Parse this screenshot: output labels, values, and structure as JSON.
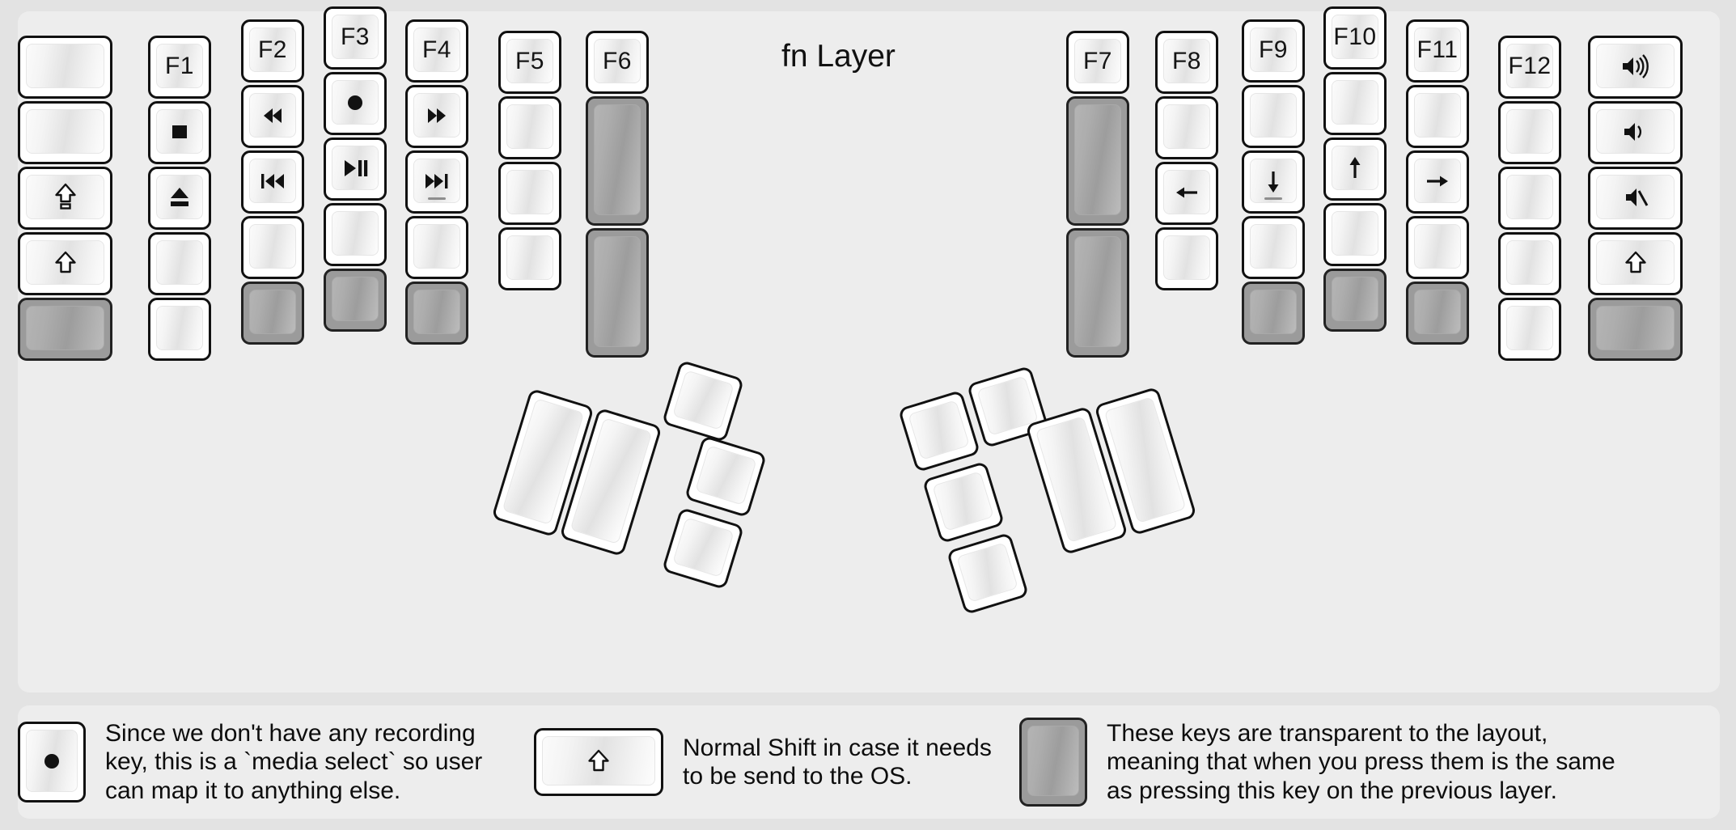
{
  "title": "fn Layer",
  "colors": {
    "page_bg": "#e3e3e3",
    "panel_bg": "#ededed",
    "key_fill": "#ffffff",
    "key_border": "#111111",
    "transparent_key": "#9b9b9b",
    "legend_text": "#151515"
  },
  "left_half": {
    "columns": [
      {
        "name": "col-outer",
        "keys": [
          {
            "label": "",
            "icon": "blank",
            "state": "normal"
          },
          {
            "label": "",
            "icon": "blank",
            "state": "normal"
          },
          {
            "label": "",
            "icon": "caps-lock",
            "state": "normal"
          },
          {
            "label": "",
            "icon": "shift-up",
            "state": "normal"
          },
          {
            "label": "",
            "icon": "blank",
            "state": "transparent"
          }
        ]
      },
      {
        "name": "col-pinky",
        "keys": [
          {
            "label": "F1",
            "icon": "text",
            "state": "normal"
          },
          {
            "label": "",
            "icon": "media-stop",
            "state": "normal"
          },
          {
            "label": "",
            "icon": "media-eject",
            "state": "normal"
          },
          {
            "label": "",
            "icon": "blank",
            "state": "normal"
          },
          {
            "label": "",
            "icon": "blank",
            "state": "normal"
          }
        ]
      },
      {
        "name": "col-ring",
        "keys": [
          {
            "label": "F2",
            "icon": "text",
            "state": "normal"
          },
          {
            "label": "",
            "icon": "media-rewind",
            "state": "normal"
          },
          {
            "label": "",
            "icon": "media-prev",
            "state": "normal"
          },
          {
            "label": "",
            "icon": "blank",
            "state": "normal"
          },
          {
            "label": "",
            "icon": "blank",
            "state": "transparent"
          }
        ]
      },
      {
        "name": "col-middle",
        "keys": [
          {
            "label": "F3",
            "icon": "text",
            "state": "normal"
          },
          {
            "label": "",
            "icon": "media-record",
            "state": "normal"
          },
          {
            "label": "",
            "icon": "media-playpause",
            "state": "normal"
          },
          {
            "label": "",
            "icon": "blank",
            "state": "normal"
          },
          {
            "label": "",
            "icon": "blank",
            "state": "transparent"
          }
        ]
      },
      {
        "name": "col-index",
        "keys": [
          {
            "label": "F4",
            "icon": "text",
            "state": "normal"
          },
          {
            "label": "",
            "icon": "media-fastforward",
            "state": "normal"
          },
          {
            "label": "",
            "icon": "media-next",
            "state": "normal",
            "homing": true
          },
          {
            "label": "",
            "icon": "blank",
            "state": "normal"
          },
          {
            "label": "",
            "icon": "blank",
            "state": "transparent"
          }
        ]
      },
      {
        "name": "col-inner1",
        "keys": [
          {
            "label": "F5",
            "icon": "text",
            "state": "normal"
          },
          {
            "label": "",
            "icon": "blank",
            "state": "normal"
          },
          {
            "label": "",
            "icon": "blank",
            "state": "normal"
          },
          {
            "label": "",
            "icon": "blank",
            "state": "normal"
          }
        ]
      },
      {
        "name": "col-inner2",
        "keys": [
          {
            "label": "F6",
            "icon": "text",
            "state": "normal"
          },
          {
            "label": "",
            "icon": "blank",
            "state": "transparent",
            "size": "tall"
          },
          {
            "label": "",
            "icon": "blank",
            "state": "transparent",
            "size": "tall"
          }
        ]
      }
    ],
    "thumb_cluster": [
      {
        "label": "",
        "icon": "blank",
        "state": "normal",
        "size": "tall"
      },
      {
        "label": "",
        "icon": "blank",
        "state": "normal",
        "size": "tall"
      },
      {
        "label": "",
        "icon": "blank",
        "state": "normal",
        "size": "small"
      },
      {
        "label": "",
        "icon": "blank",
        "state": "normal",
        "size": "small"
      },
      {
        "label": "",
        "icon": "blank",
        "state": "normal",
        "size": "small"
      }
    ]
  },
  "right_half": {
    "columns": [
      {
        "name": "col-inner2",
        "keys": [
          {
            "label": "F7",
            "icon": "text",
            "state": "normal"
          },
          {
            "label": "",
            "icon": "blank",
            "state": "transparent",
            "size": "tall"
          },
          {
            "label": "",
            "icon": "blank",
            "state": "transparent",
            "size": "tall"
          }
        ]
      },
      {
        "name": "col-inner1",
        "keys": [
          {
            "label": "F8",
            "icon": "text",
            "state": "normal"
          },
          {
            "label": "",
            "icon": "blank",
            "state": "normal"
          },
          {
            "label": "",
            "icon": "arrow-left",
            "state": "normal"
          },
          {
            "label": "",
            "icon": "blank",
            "state": "normal"
          }
        ]
      },
      {
        "name": "col-index",
        "keys": [
          {
            "label": "F9",
            "icon": "text",
            "state": "normal"
          },
          {
            "label": "",
            "icon": "blank",
            "state": "normal"
          },
          {
            "label": "",
            "icon": "arrow-down",
            "state": "normal",
            "homing": true
          },
          {
            "label": "",
            "icon": "blank",
            "state": "normal"
          },
          {
            "label": "",
            "icon": "blank",
            "state": "transparent"
          }
        ]
      },
      {
        "name": "col-middle",
        "keys": [
          {
            "label": "F10",
            "icon": "text",
            "state": "normal"
          },
          {
            "label": "",
            "icon": "blank",
            "state": "normal"
          },
          {
            "label": "",
            "icon": "arrow-up",
            "state": "normal"
          },
          {
            "label": "",
            "icon": "blank",
            "state": "normal"
          },
          {
            "label": "",
            "icon": "blank",
            "state": "transparent"
          }
        ]
      },
      {
        "name": "col-ring",
        "keys": [
          {
            "label": "F11",
            "icon": "text",
            "state": "normal"
          },
          {
            "label": "",
            "icon": "blank",
            "state": "normal"
          },
          {
            "label": "",
            "icon": "arrow-right",
            "state": "normal"
          },
          {
            "label": "",
            "icon": "blank",
            "state": "normal"
          },
          {
            "label": "",
            "icon": "blank",
            "state": "transparent"
          }
        ]
      },
      {
        "name": "col-pinky",
        "keys": [
          {
            "label": "F12",
            "icon": "text",
            "state": "normal"
          },
          {
            "label": "",
            "icon": "blank",
            "state": "normal"
          },
          {
            "label": "",
            "icon": "blank",
            "state": "normal"
          },
          {
            "label": "",
            "icon": "blank",
            "state": "normal"
          },
          {
            "label": "",
            "icon": "blank",
            "state": "normal"
          }
        ]
      },
      {
        "name": "col-outer",
        "keys": [
          {
            "label": "",
            "icon": "volume-up",
            "state": "normal"
          },
          {
            "label": "",
            "icon": "volume-down",
            "state": "normal"
          },
          {
            "label": "",
            "icon": "volume-mute",
            "state": "normal"
          },
          {
            "label": "",
            "icon": "shift-up",
            "state": "normal"
          },
          {
            "label": "",
            "icon": "blank",
            "state": "transparent"
          }
        ]
      }
    ],
    "thumb_cluster": [
      {
        "label": "",
        "icon": "blank",
        "state": "normal",
        "size": "small"
      },
      {
        "label": "",
        "icon": "blank",
        "state": "normal",
        "size": "small"
      },
      {
        "label": "",
        "icon": "blank",
        "state": "normal",
        "size": "small"
      },
      {
        "label": "",
        "icon": "blank",
        "state": "normal",
        "size": "small"
      },
      {
        "label": "",
        "icon": "blank",
        "state": "normal",
        "size": "tall"
      },
      {
        "label": "",
        "icon": "blank",
        "state": "normal",
        "size": "tall"
      }
    ]
  },
  "legend": [
    {
      "key_icon": "media-record",
      "key_state": "normal",
      "text": "Since we don't have any recording\nkey, this is a `media select` so user\ncan map it to anything else."
    },
    {
      "key_icon": "shift-up",
      "key_state": "normal",
      "text": "Normal Shift in case it needs\nto be send to the OS."
    },
    {
      "key_icon": "blank",
      "key_state": "transparent",
      "text": "These keys are transparent to the layout,\nmeaning that when you press them is the same\nas pressing this key on the previous layer."
    }
  ]
}
